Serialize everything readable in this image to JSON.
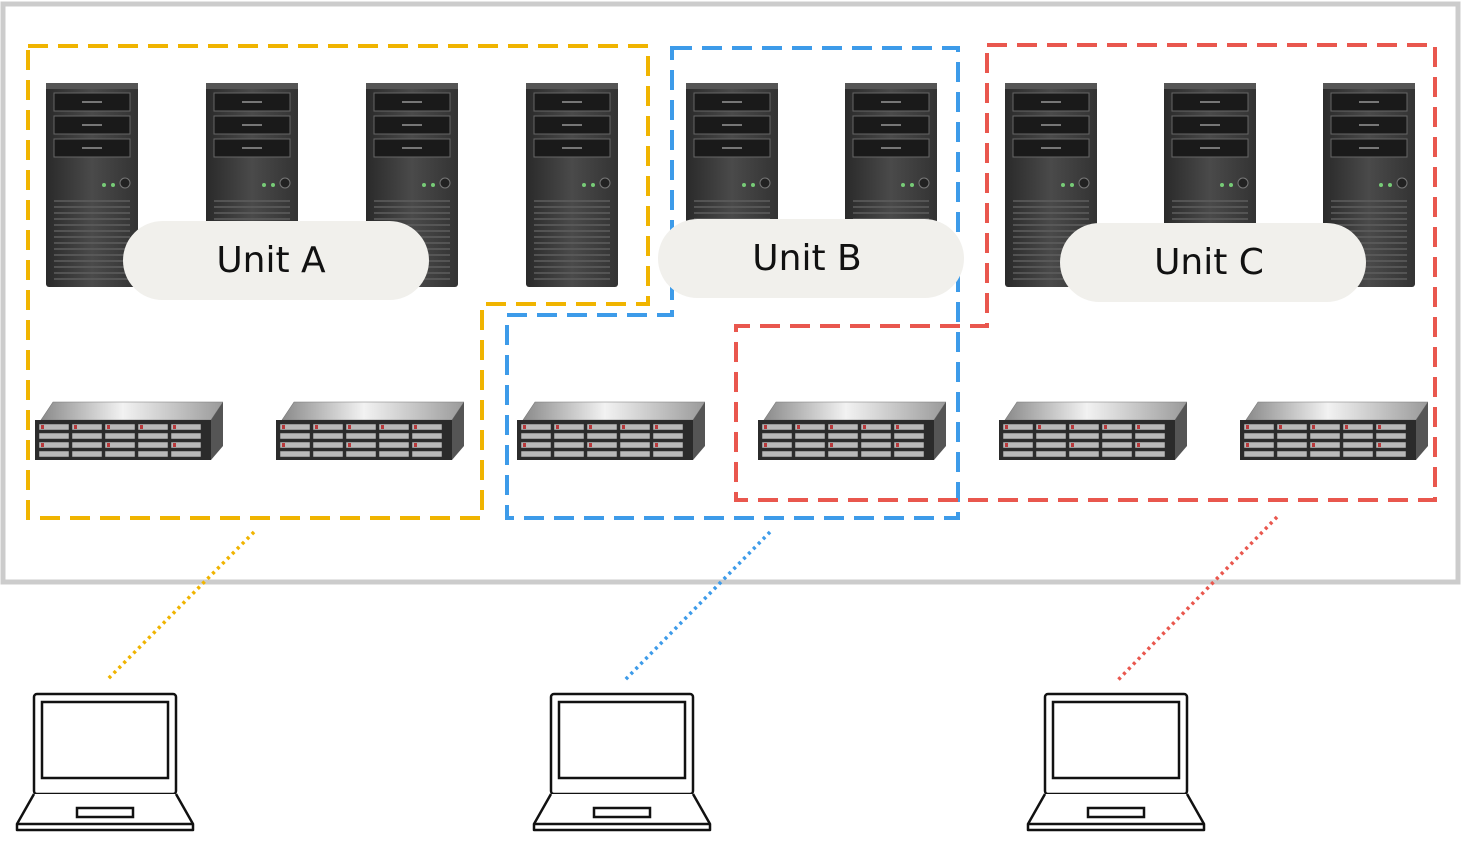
{
  "units": [
    {
      "id": "a",
      "label": "Unit A",
      "color": "#F0B400"
    },
    {
      "id": "b",
      "label": "Unit B",
      "color": "#3D9BE9"
    },
    {
      "id": "c",
      "label": "Unit C",
      "color": "#E9574E"
    }
  ],
  "pill_color": "#F1F0EC",
  "enclosure_border_color": "#CCCCCC",
  "server_tower_count": 9,
  "storage_array_count": 6,
  "laptop_count": 3,
  "icons": {
    "server": "server-tower-icon",
    "storage": "storage-array-icon",
    "laptop": "laptop-icon"
  }
}
